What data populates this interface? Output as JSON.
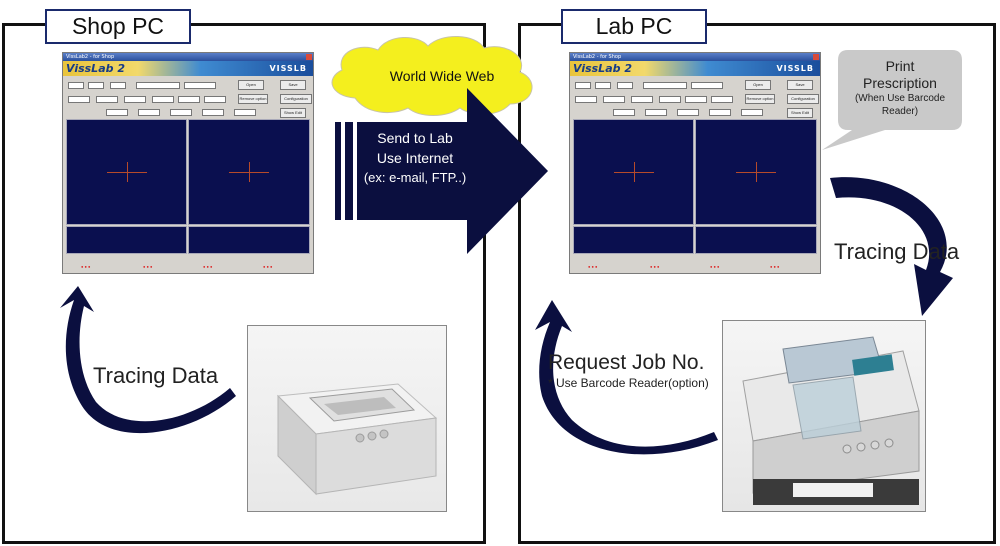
{
  "shop_panel": {
    "title": "Shop PC"
  },
  "lab_panel": {
    "title": "Lab PC"
  },
  "software_window": {
    "title": "VissLab2 - for Shop",
    "logo": "VissLab 2",
    "brand": "VISSLB",
    "buttons": [
      "Open",
      "Save",
      "Remove option",
      "Configuration",
      "Show Edit"
    ]
  },
  "cloud": {
    "label": "World Wide Web",
    "color": "#f4ef1e"
  },
  "send_arrow": {
    "line1": "Send to Lab",
    "line2": "Use Internet",
    "line3": "(ex: e-mail, FTP..)",
    "color": "#0b0f3f"
  },
  "print_callout": {
    "line1": "Print",
    "line2": "Prescription",
    "line3": "(When Use Barcode",
    "line4": "Reader)"
  },
  "tracing_label_lab": "Tracing Data",
  "tracing_label_shop": "Tracing Data",
  "request_label": {
    "line1": "Request Job No.",
    "line2": "* Use Barcode Reader(option)"
  },
  "devices": {
    "shop": "tracer-device",
    "lab": "edger-device"
  }
}
